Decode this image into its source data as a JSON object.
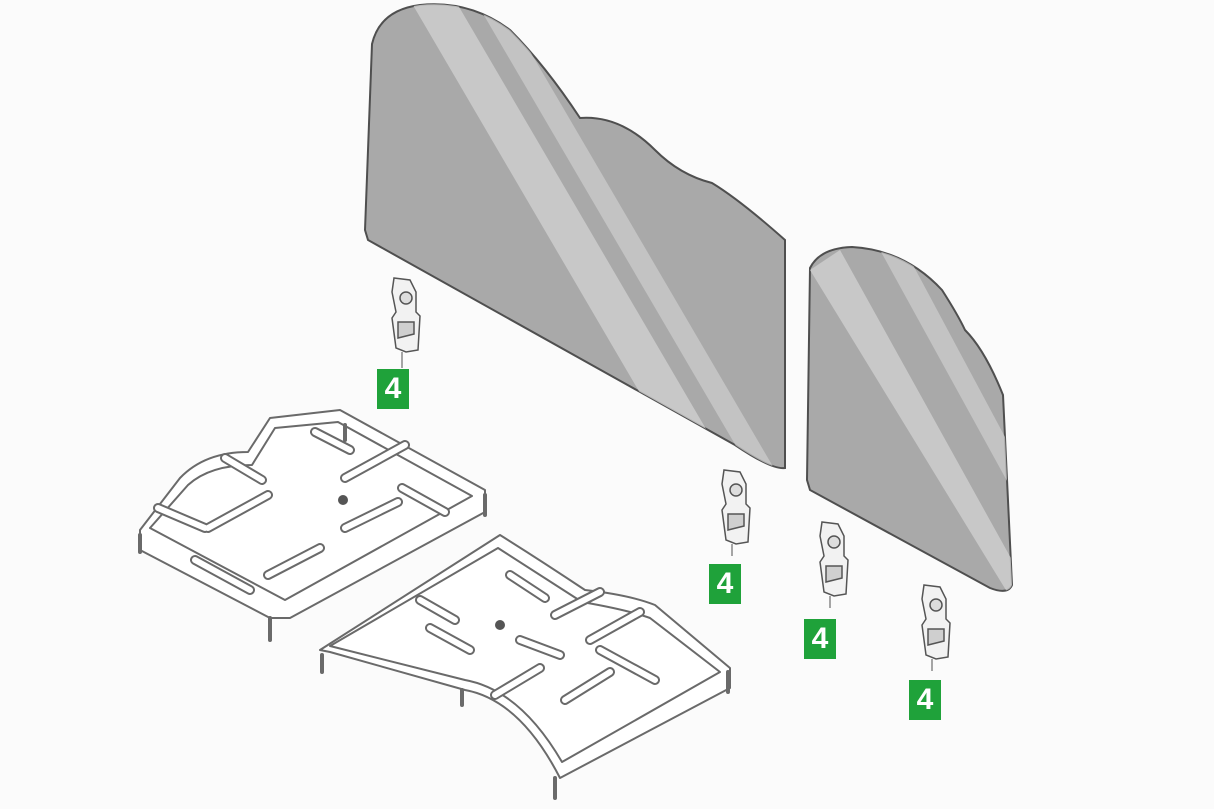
{
  "diagram": {
    "background": "#fbfbfb",
    "colors": {
      "glass_fill": "#a9a9a9",
      "glass_highlight": "#cfcfcf",
      "glass_edge": "#4f4f4f",
      "line": "#6a6a6a",
      "callout_fill": "#1fa23a",
      "callout_text": "#ffffff"
    },
    "parts": [
      {
        "name": "glass-panel-large"
      },
      {
        "name": "glass-panel-small"
      },
      {
        "name": "pan-support-left"
      },
      {
        "name": "pan-support-right"
      },
      {
        "name": "hinge-bracket"
      }
    ],
    "callouts": [
      {
        "label": "4"
      },
      {
        "label": "4"
      },
      {
        "label": "4"
      },
      {
        "label": "4"
      }
    ]
  }
}
